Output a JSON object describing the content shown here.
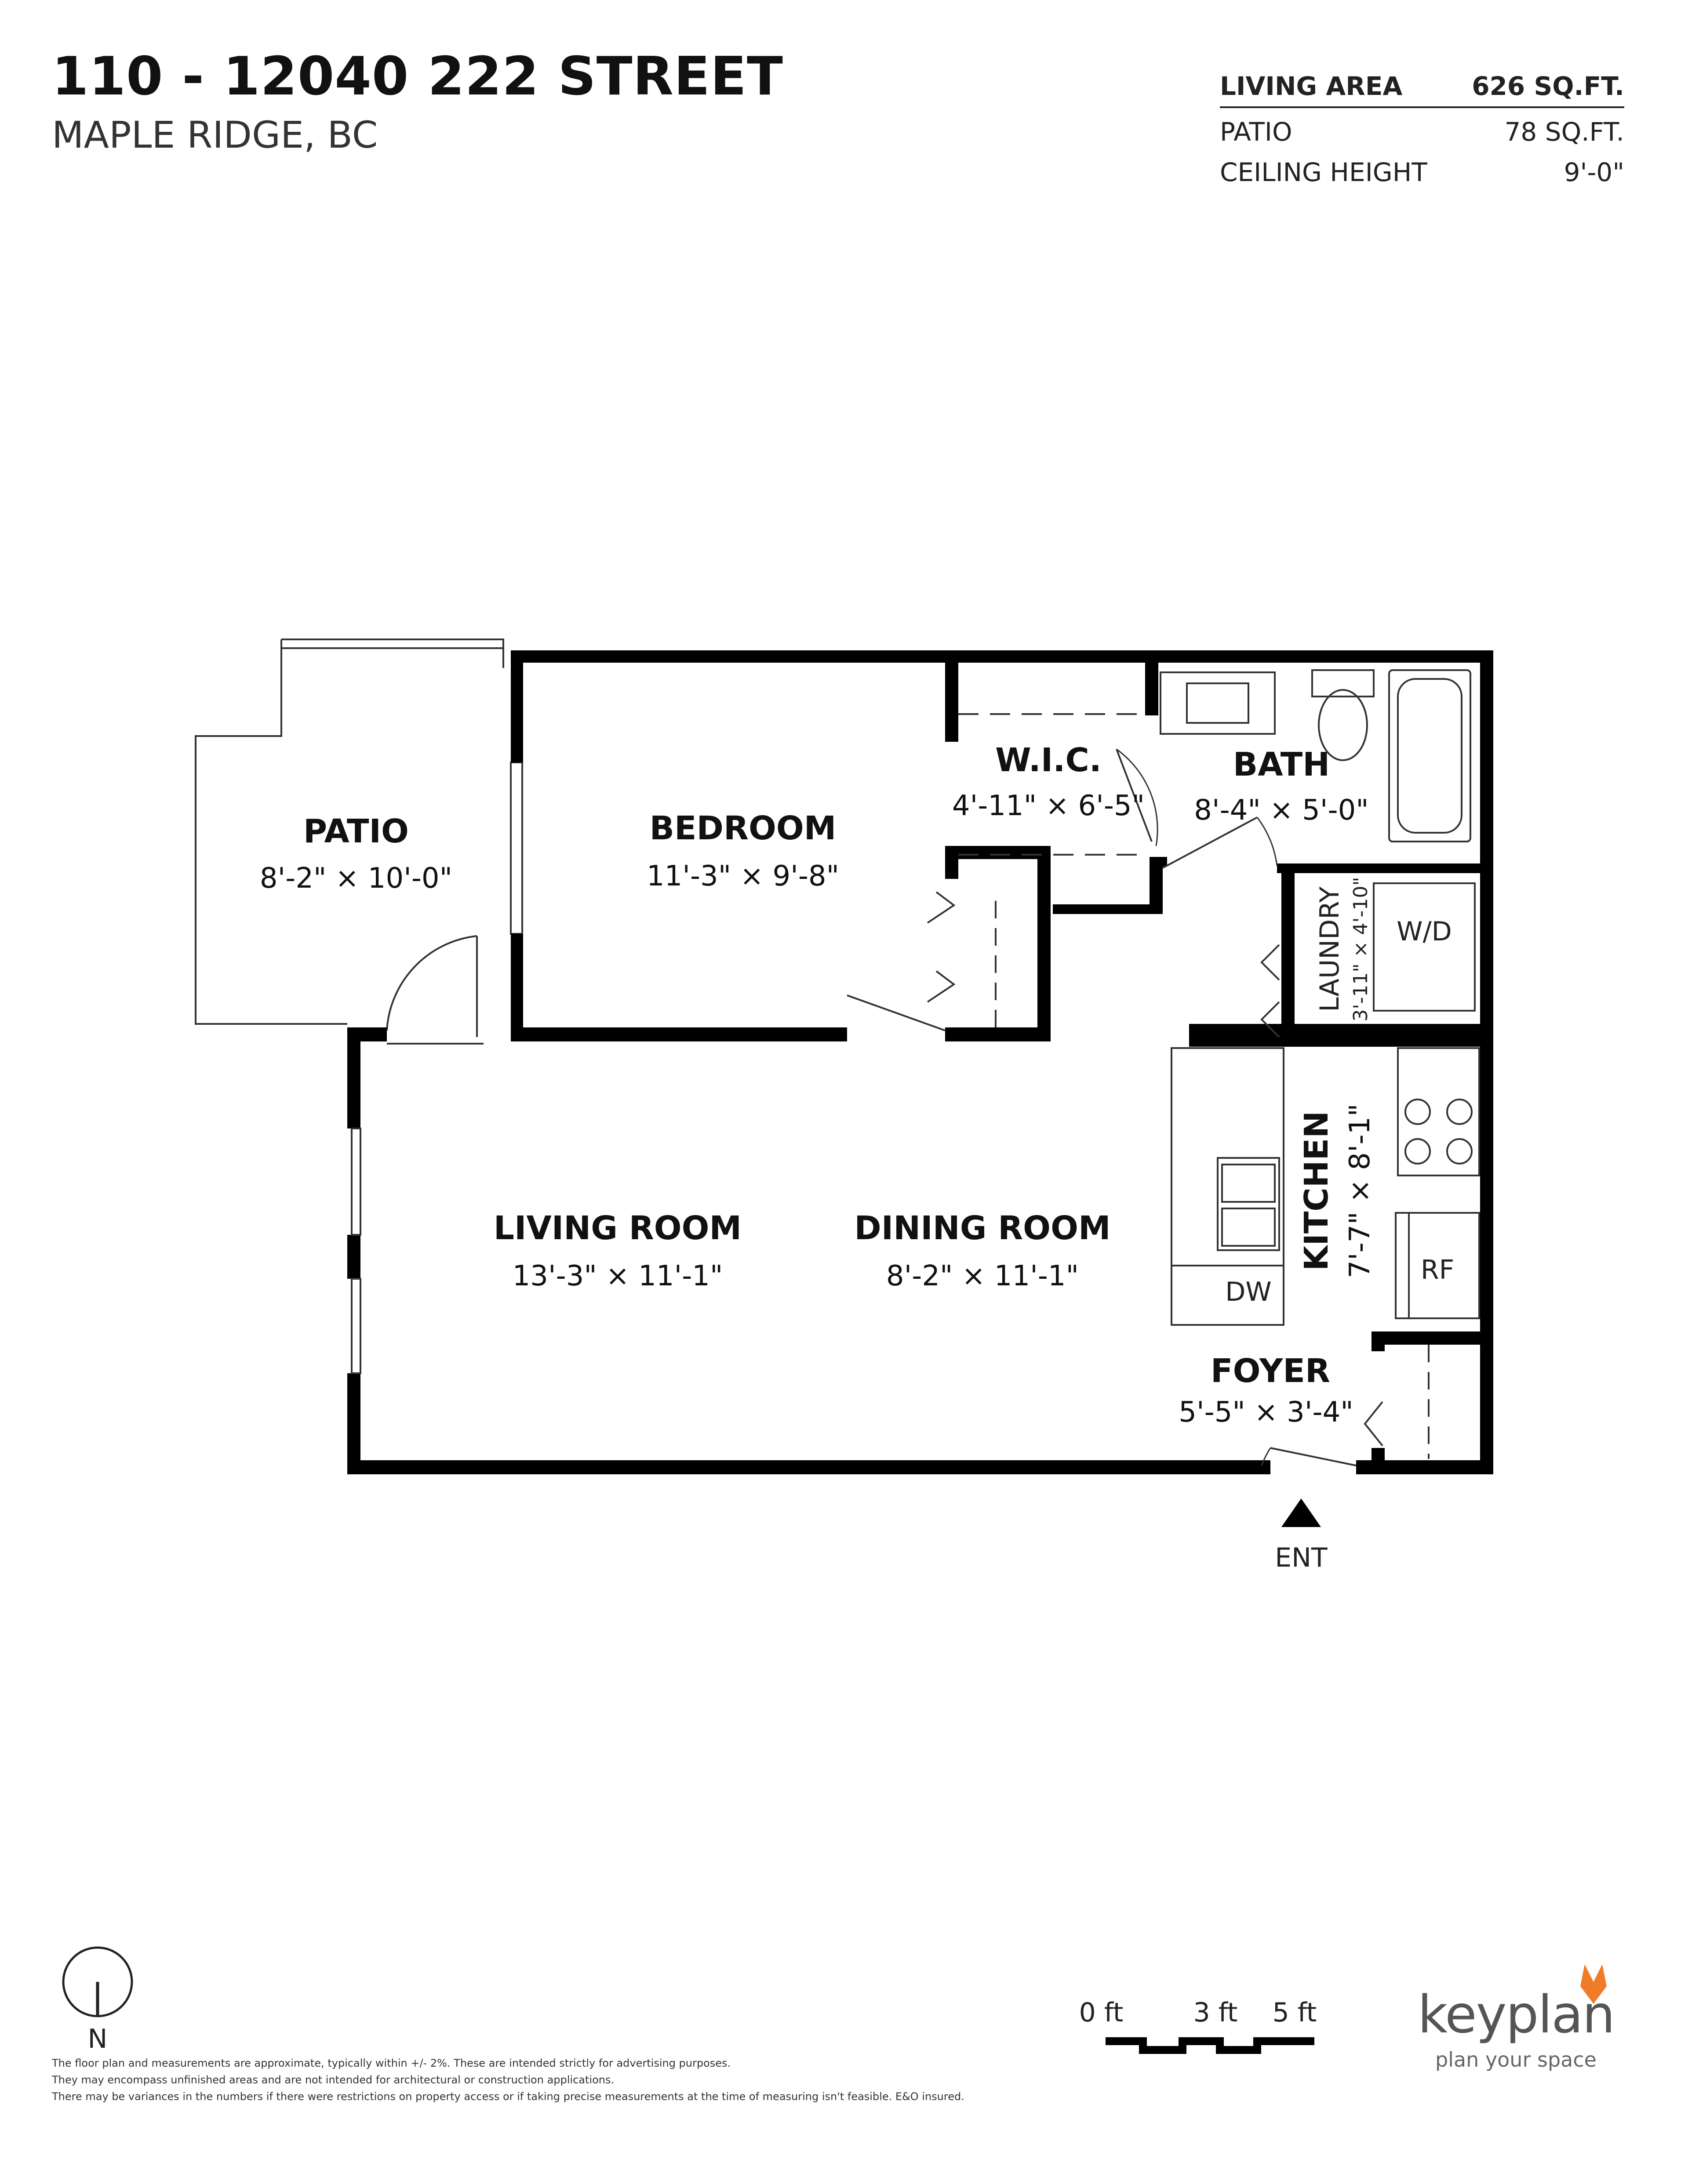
{
  "header": {
    "address": "110 - 12040 222 STREET",
    "city": "MAPLE RIDGE, BC"
  },
  "stats": [
    {
      "label": "LIVING AREA",
      "value": "626 SQ.FT."
    },
    {
      "label": "PATIO",
      "value": "78 SQ.FT."
    },
    {
      "label": "CEILING HEIGHT",
      "value": "9'-0\""
    }
  ],
  "rooms": {
    "patio": {
      "name": "PATIO",
      "dims": "8'-2\"  ×  10'-0\""
    },
    "bedroom": {
      "name": "BEDROOM",
      "dims": "11'-3\"  ×  9'-8\""
    },
    "wic": {
      "name": "W.I.C.",
      "dims": "4'-11\" × 6'-5\""
    },
    "bath": {
      "name": "BATH",
      "dims": "8'-4\"  ×  5'-0\""
    },
    "laundry": {
      "name": "LAUNDRY",
      "dims": "3'-11\" × 4'-10\""
    },
    "living": {
      "name": "LIVING ROOM",
      "dims": "13'-3\"  ×  11'-1\""
    },
    "dining": {
      "name": "DINING ROOM",
      "dims": "8'-2\"  ×  11'-1\""
    },
    "kitchen": {
      "name": "KITCHEN",
      "dims": "7'-7\"  ×  8'-1\""
    },
    "foyer": {
      "name": "FOYER",
      "dims": "5'-5\" × 3'-4\""
    }
  },
  "fixtures": {
    "washer_dryer": "W/D",
    "dishwasher": "DW",
    "fridge": "RF"
  },
  "entrance_label": "ENT",
  "north_label": "N",
  "scale": {
    "labels": [
      "0 ft",
      "3 ft",
      "5 ft"
    ]
  },
  "disclaimer": [
    "The floor plan and measurements are approximate, typically within +/- 2%. These are intended strictly for advertising purposes.",
    "They may encompass unfinished areas and are not intended for architectural or construction applications.",
    "There may be variances in the numbers if there were restrictions on property access or if taking precise measurements at the time of measuring isn't feasible. E&O insured."
  ],
  "brand": {
    "name": "keyplan",
    "tagline": "plan your space",
    "accent_color": "#f07b2a"
  }
}
